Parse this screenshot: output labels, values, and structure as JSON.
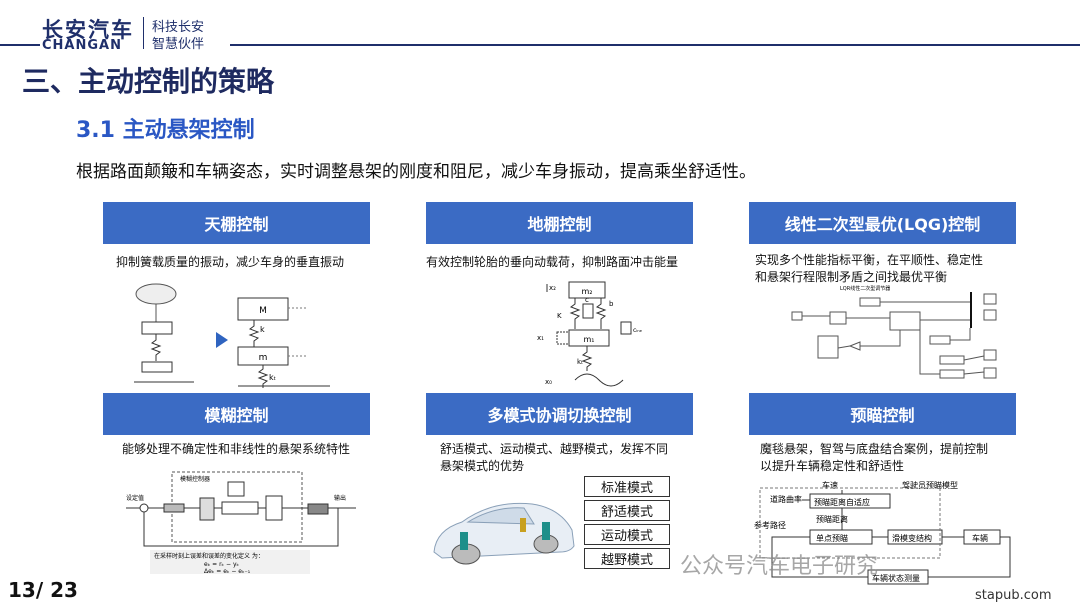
{
  "header": {
    "logo_cn": "长安汽车",
    "logo_en": "CHANGAN",
    "slogan_line1": "科技长安",
    "slogan_line2": "智慧伙伴"
  },
  "title": "三、主动控制的策略",
  "subtitle": "3.1 主动悬架控制",
  "intro": "根据路面颠簸和车辆姿态，实时调整悬架的刚度和阻尼，减少车身振动，提高乘坐舒适性。",
  "cards": [
    {
      "title": "天棚控制",
      "desc": "抑制簧载质量的振动，减少车身的垂直振动"
    },
    {
      "title": "地棚控制",
      "desc": "有效控制轮胎的垂向动载荷，抑制路面冲击能量"
    },
    {
      "title": "线性二次型最优(LQG)控制",
      "desc_line1": "实现多个性能指标平衡，在平顺性、稳定性",
      "desc_line2": "和悬架行程限制矛盾之间找最优平衡"
    },
    {
      "title": "模糊控制",
      "desc": "能够处理不确定性和非线性的悬架系统特性"
    },
    {
      "title": "多模式协调切换控制",
      "desc_line1": "舒适模式、运动模式、越野模式，发挥不同",
      "desc_line2": "悬架模式的优势"
    },
    {
      "title": "预瞄控制",
      "desc_line1": "魔毯悬架，智驾与底盘结合案例，提前控制",
      "desc_line2": "以提升车辆稳定性和舒适性"
    }
  ],
  "figures": {
    "skyhook": {
      "m_top": "M",
      "m_bot": "m",
      "k": "k",
      "kt": "kₜ"
    },
    "groundhook": {
      "m2": "m₂",
      "m1": "m₁",
      "k": "K",
      "c": "c",
      "b": "b",
      "kt": "kₜ",
      "cgnd": "cₗₙₑ",
      "x2": "x₂",
      "x1": "x₁",
      "x0": "x₀"
    },
    "lqg": {
      "caption": "LQR线性二次型调节器"
    },
    "fuzzy": {
      "controller": "模糊控制器",
      "input_label": "设定值",
      "output_label": "输出",
      "formula_title": "在采样时刻上误差和误差的变化定义 为：",
      "formula_1": "eₖ = rₖ − yₖ",
      "formula_2": "Δeₖ = eₖ − eₖ₋₁"
    },
    "preview": {
      "labels": [
        "车速",
        "驾驶员预瞄模型",
        "道路曲率",
        "预瞄距离自适应",
        "预瞄距离",
        "单点预瞄",
        "滑模变结构",
        "车辆",
        "车辆状态测量",
        "参考路径"
      ]
    }
  },
  "modes": [
    "标准模式",
    "舒适模式",
    "运动模式",
    "越野模式"
  ],
  "page_number": "13/ 23",
  "watermark": "公众号汽车电子研究",
  "site": "stapub.com"
}
